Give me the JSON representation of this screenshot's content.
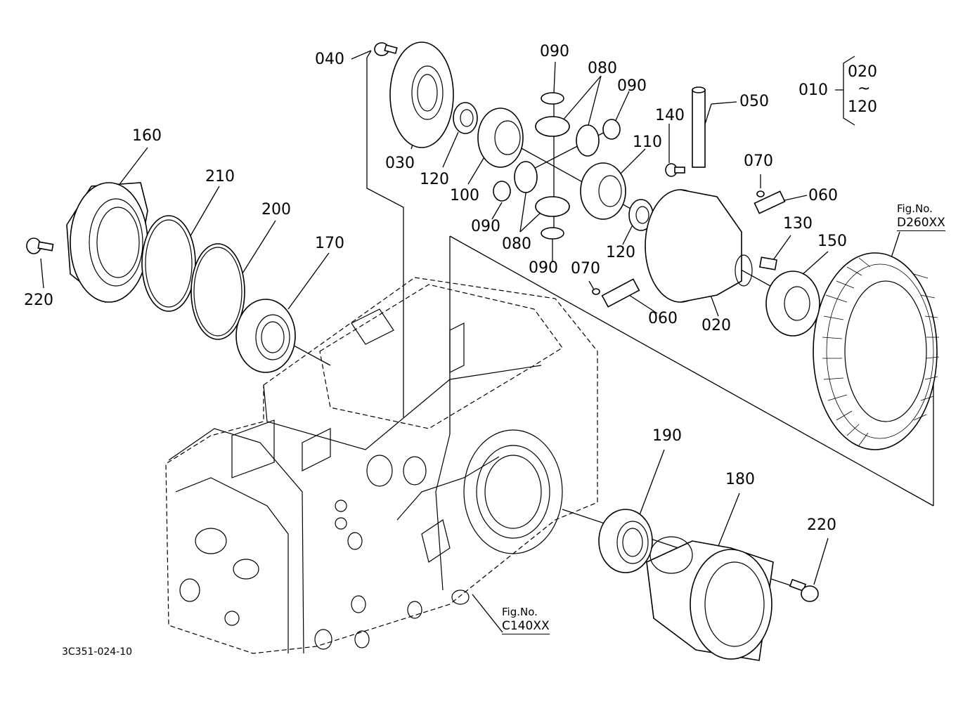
{
  "drawing_number": "3C351-024-10",
  "assembly": {
    "label": "010",
    "range_start": "020",
    "range_sep": "~",
    "range_end": "120"
  },
  "callouts": [
    {
      "id": "c040",
      "text": "040"
    },
    {
      "id": "c030",
      "text": "030"
    },
    {
      "id": "c090a",
      "text": "090"
    },
    {
      "id": "c080a",
      "text": "080"
    },
    {
      "id": "c090b",
      "text": "090"
    },
    {
      "id": "c050",
      "text": "050"
    },
    {
      "id": "c140",
      "text": "140"
    },
    {
      "id": "c110",
      "text": "110"
    },
    {
      "id": "c070a",
      "text": "070"
    },
    {
      "id": "c060a",
      "text": "060"
    },
    {
      "id": "c130",
      "text": "130"
    },
    {
      "id": "c150",
      "text": "150"
    },
    {
      "id": "c120a",
      "text": "120"
    },
    {
      "id": "c100",
      "text": "100"
    },
    {
      "id": "c090c",
      "text": "090"
    },
    {
      "id": "c080b",
      "text": "080"
    },
    {
      "id": "c090d",
      "text": "090"
    },
    {
      "id": "c120b",
      "text": "120"
    },
    {
      "id": "c070b",
      "text": "070"
    },
    {
      "id": "c060b",
      "text": "060"
    },
    {
      "id": "c020",
      "text": "020"
    },
    {
      "id": "c160",
      "text": "160"
    },
    {
      "id": "c210",
      "text": "210"
    },
    {
      "id": "c200",
      "text": "200"
    },
    {
      "id": "c170",
      "text": "170"
    },
    {
      "id": "c220a",
      "text": "220"
    },
    {
      "id": "c190",
      "text": "190"
    },
    {
      "id": "c180",
      "text": "180"
    },
    {
      "id": "c220b",
      "text": "220"
    }
  ],
  "figure_refs": [
    {
      "id": "fig-d260",
      "label": "Fig.No.",
      "code": "D260XX"
    },
    {
      "id": "fig-c140",
      "label": "Fig.No.",
      "code": "C140XX"
    }
  ]
}
